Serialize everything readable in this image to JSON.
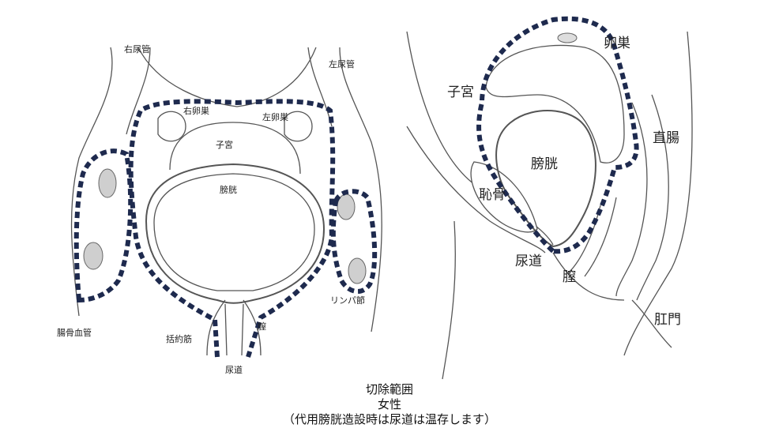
{
  "front_view": {
    "labels": {
      "right_ureter": "右尿管",
      "left_ureter": "左尿管",
      "right_ovary": "右卵巣",
      "left_ovary": "左卵巣",
      "uterus": "子宮",
      "bladder": "膀胱",
      "iliac_vessels": "腸骨血管",
      "lymph_node": "リンパ節",
      "sphincter": "括約筋",
      "vagina": "膣",
      "urethra": "尿道"
    }
  },
  "side_view": {
    "labels": {
      "ovary": "卵巣",
      "uterus": "子宮",
      "rectum": "直腸",
      "bladder": "膀胱",
      "pubic_bone": "恥骨",
      "urethra": "尿道",
      "vagina": "膣",
      "anus": "肛門"
    }
  },
  "caption": {
    "line1": "切除範囲",
    "line2": "女性",
    "line3": "（代用膀胱造設時は尿道は温存します）"
  },
  "colors": {
    "resection_outline": "#1e2a4e",
    "lymph_node_fill": "#cfcfcf",
    "anatomy_line": "#555555"
  }
}
